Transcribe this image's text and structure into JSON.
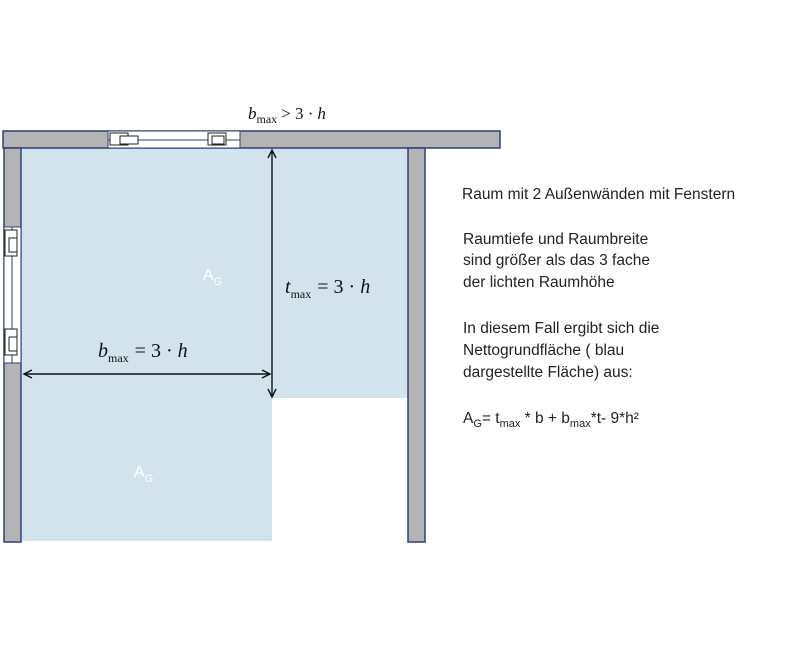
{
  "labels": {
    "top_dim": {
      "var": "b",
      "sub": "max",
      "rel": "> 3 ·",
      "var2": "h"
    },
    "b_dim": {
      "var": "b",
      "sub": "max",
      "rel": "= 3 ·",
      "var2": "h"
    },
    "t_dim": {
      "var": "t",
      "sub": "max",
      "rel": "= 3 ·",
      "var2": "h"
    },
    "area_label": {
      "main": "A",
      "sub": "G"
    }
  },
  "description": {
    "title": "Raum mit 2 Außenwänden mit Fenstern",
    "para1": [
      "Raumtiefe und Raumbreite",
      "sind größer als das 3 fache",
      "der lichten Raumhöhe"
    ],
    "para2": [
      "In diesem Fall ergibt sich die",
      "Nettogrundfläche ( blau",
      "dargestellte Fläche) aus:"
    ],
    "formula": {
      "a": "A",
      "a_sub": "G",
      "eq": "= t",
      "t_sub": "max",
      "mid": " * b + b",
      "b_sub": "max",
      "tail": "*t- 9*h²"
    }
  },
  "colors": {
    "area": "#d3e3ed",
    "wall": "#b4b4b4",
    "wall_outline": "#2f3f7a"
  },
  "icons": [
    "window-top",
    "window-left"
  ]
}
